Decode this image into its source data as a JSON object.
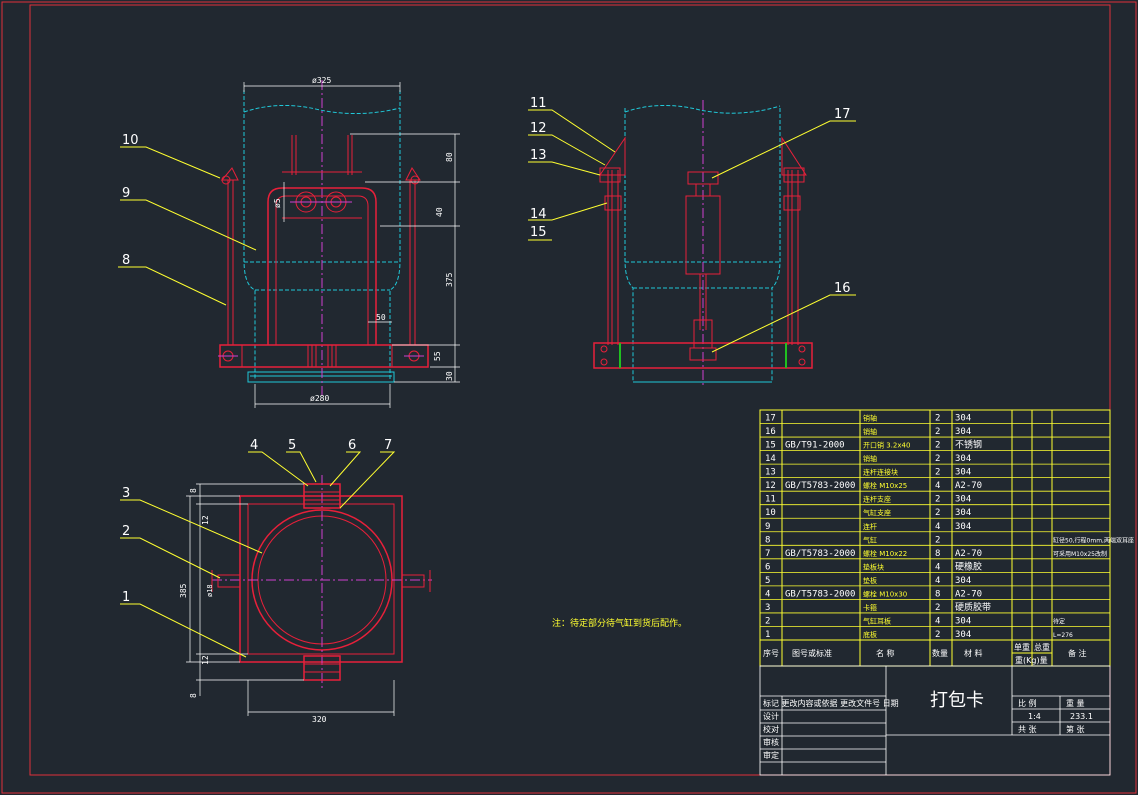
{
  "colors": {
    "background": "#212830",
    "frame": "#e0303a",
    "part": "#e8203a",
    "hidden": "#20c8d8",
    "center": "#d040d0",
    "dim": "#ffffff",
    "leader": "#ffff30",
    "table": "#ffff30",
    "table_text": "#ffffff",
    "green": "#20c020"
  },
  "dims": {
    "d325": "ø325",
    "d280": "ø280",
    "d95": "ø5",
    "v80": "80",
    "v40": "40",
    "v375": "375",
    "v55": "55",
    "v30": "30",
    "h50": "50",
    "w320": "320",
    "h385": "385",
    "v12a": "12",
    "v12b": "12",
    "v8a": "8",
    "v8b": "8",
    "hole": "ø18"
  },
  "balloons": {
    "b1": "1",
    "b2": "2",
    "b3": "3",
    "b4": "4",
    "b5": "5",
    "b6": "6",
    "b7": "7",
    "b8": "8",
    "b9": "9",
    "b10": "10",
    "b11": "11",
    "b12": "12",
    "b13": "13",
    "b14": "14",
    "b15": "15",
    "b16": "16",
    "b17": "17"
  },
  "note": "注：待定部分待气缸到货后配作。",
  "bom": [
    {
      "no": "17",
      "std": "",
      "name": "销轴",
      "qty": "2",
      "mat": "304",
      "note": ""
    },
    {
      "no": "16",
      "std": "",
      "name": "销轴",
      "qty": "2",
      "mat": "304",
      "note": ""
    },
    {
      "no": "15",
      "std": "GB/T91-2000",
      "name": "开口销 3.2x40",
      "qty": "2",
      "mat": "不锈钢",
      "note": ""
    },
    {
      "no": "14",
      "std": "",
      "name": "销轴",
      "qty": "2",
      "mat": "304",
      "note": ""
    },
    {
      "no": "13",
      "std": "",
      "name": "连杆连接块",
      "qty": "2",
      "mat": "304",
      "note": ""
    },
    {
      "no": "12",
      "std": "GB/T5783-2000",
      "name": "螺栓 M10x25",
      "qty": "4",
      "mat": "A2-70",
      "note": ""
    },
    {
      "no": "11",
      "std": "",
      "name": "连杆支座",
      "qty": "2",
      "mat": "304",
      "note": ""
    },
    {
      "no": "10",
      "std": "",
      "name": "气缸支座",
      "qty": "2",
      "mat": "304",
      "note": ""
    },
    {
      "no": "9",
      "std": "",
      "name": "连杆",
      "qty": "4",
      "mat": "304",
      "note": ""
    },
    {
      "no": "8",
      "std": "",
      "name": "气缸",
      "qty": "2",
      "mat": "",
      "note": "缸径50,行程0mm,两端双耳座"
    },
    {
      "no": "7",
      "std": "GB/T5783-2000",
      "name": "螺栓 M10x22",
      "qty": "8",
      "mat": "A2-70",
      "note": "可采用M10x25改制"
    },
    {
      "no": "6",
      "std": "",
      "name": "垫板块",
      "qty": "4",
      "mat": "硬橡胶",
      "note": ""
    },
    {
      "no": "5",
      "std": "",
      "name": "垫板",
      "qty": "4",
      "mat": "304",
      "note": ""
    },
    {
      "no": "4",
      "std": "GB/T5783-2000",
      "name": "螺栓 M10x30",
      "qty": "8",
      "mat": "A2-70",
      "note": ""
    },
    {
      "no": "3",
      "std": "",
      "name": "卡箍",
      "qty": "2",
      "mat": "硬质胶带",
      "note": ""
    },
    {
      "no": "2",
      "std": "",
      "name": "气缸耳板",
      "qty": "4",
      "mat": "304",
      "note": "待定"
    },
    {
      "no": "1",
      "std": "",
      "name": "底板",
      "qty": "2",
      "mat": "304",
      "note": "L=276"
    }
  ],
  "bom_header": {
    "no": "序号",
    "std": "图号或标准",
    "name": "名 称",
    "qty": "数量",
    "mat": "材 料",
    "w1": "单重",
    "w2": "总重",
    "wunit": "重(Kg)量",
    "note": "备 注"
  },
  "title_block": {
    "title": "打包卡",
    "rev_head": "标记 更改内容或依据 更改文件号 日期",
    "design": "设计",
    "check": "校对",
    "review": "审核",
    "approve": "审定",
    "scale_label": "比 例",
    "weight_label": "重 量",
    "scale": "1:4",
    "weight": "233.1",
    "total_label": "共 张",
    "sheet_label": "第 张"
  }
}
